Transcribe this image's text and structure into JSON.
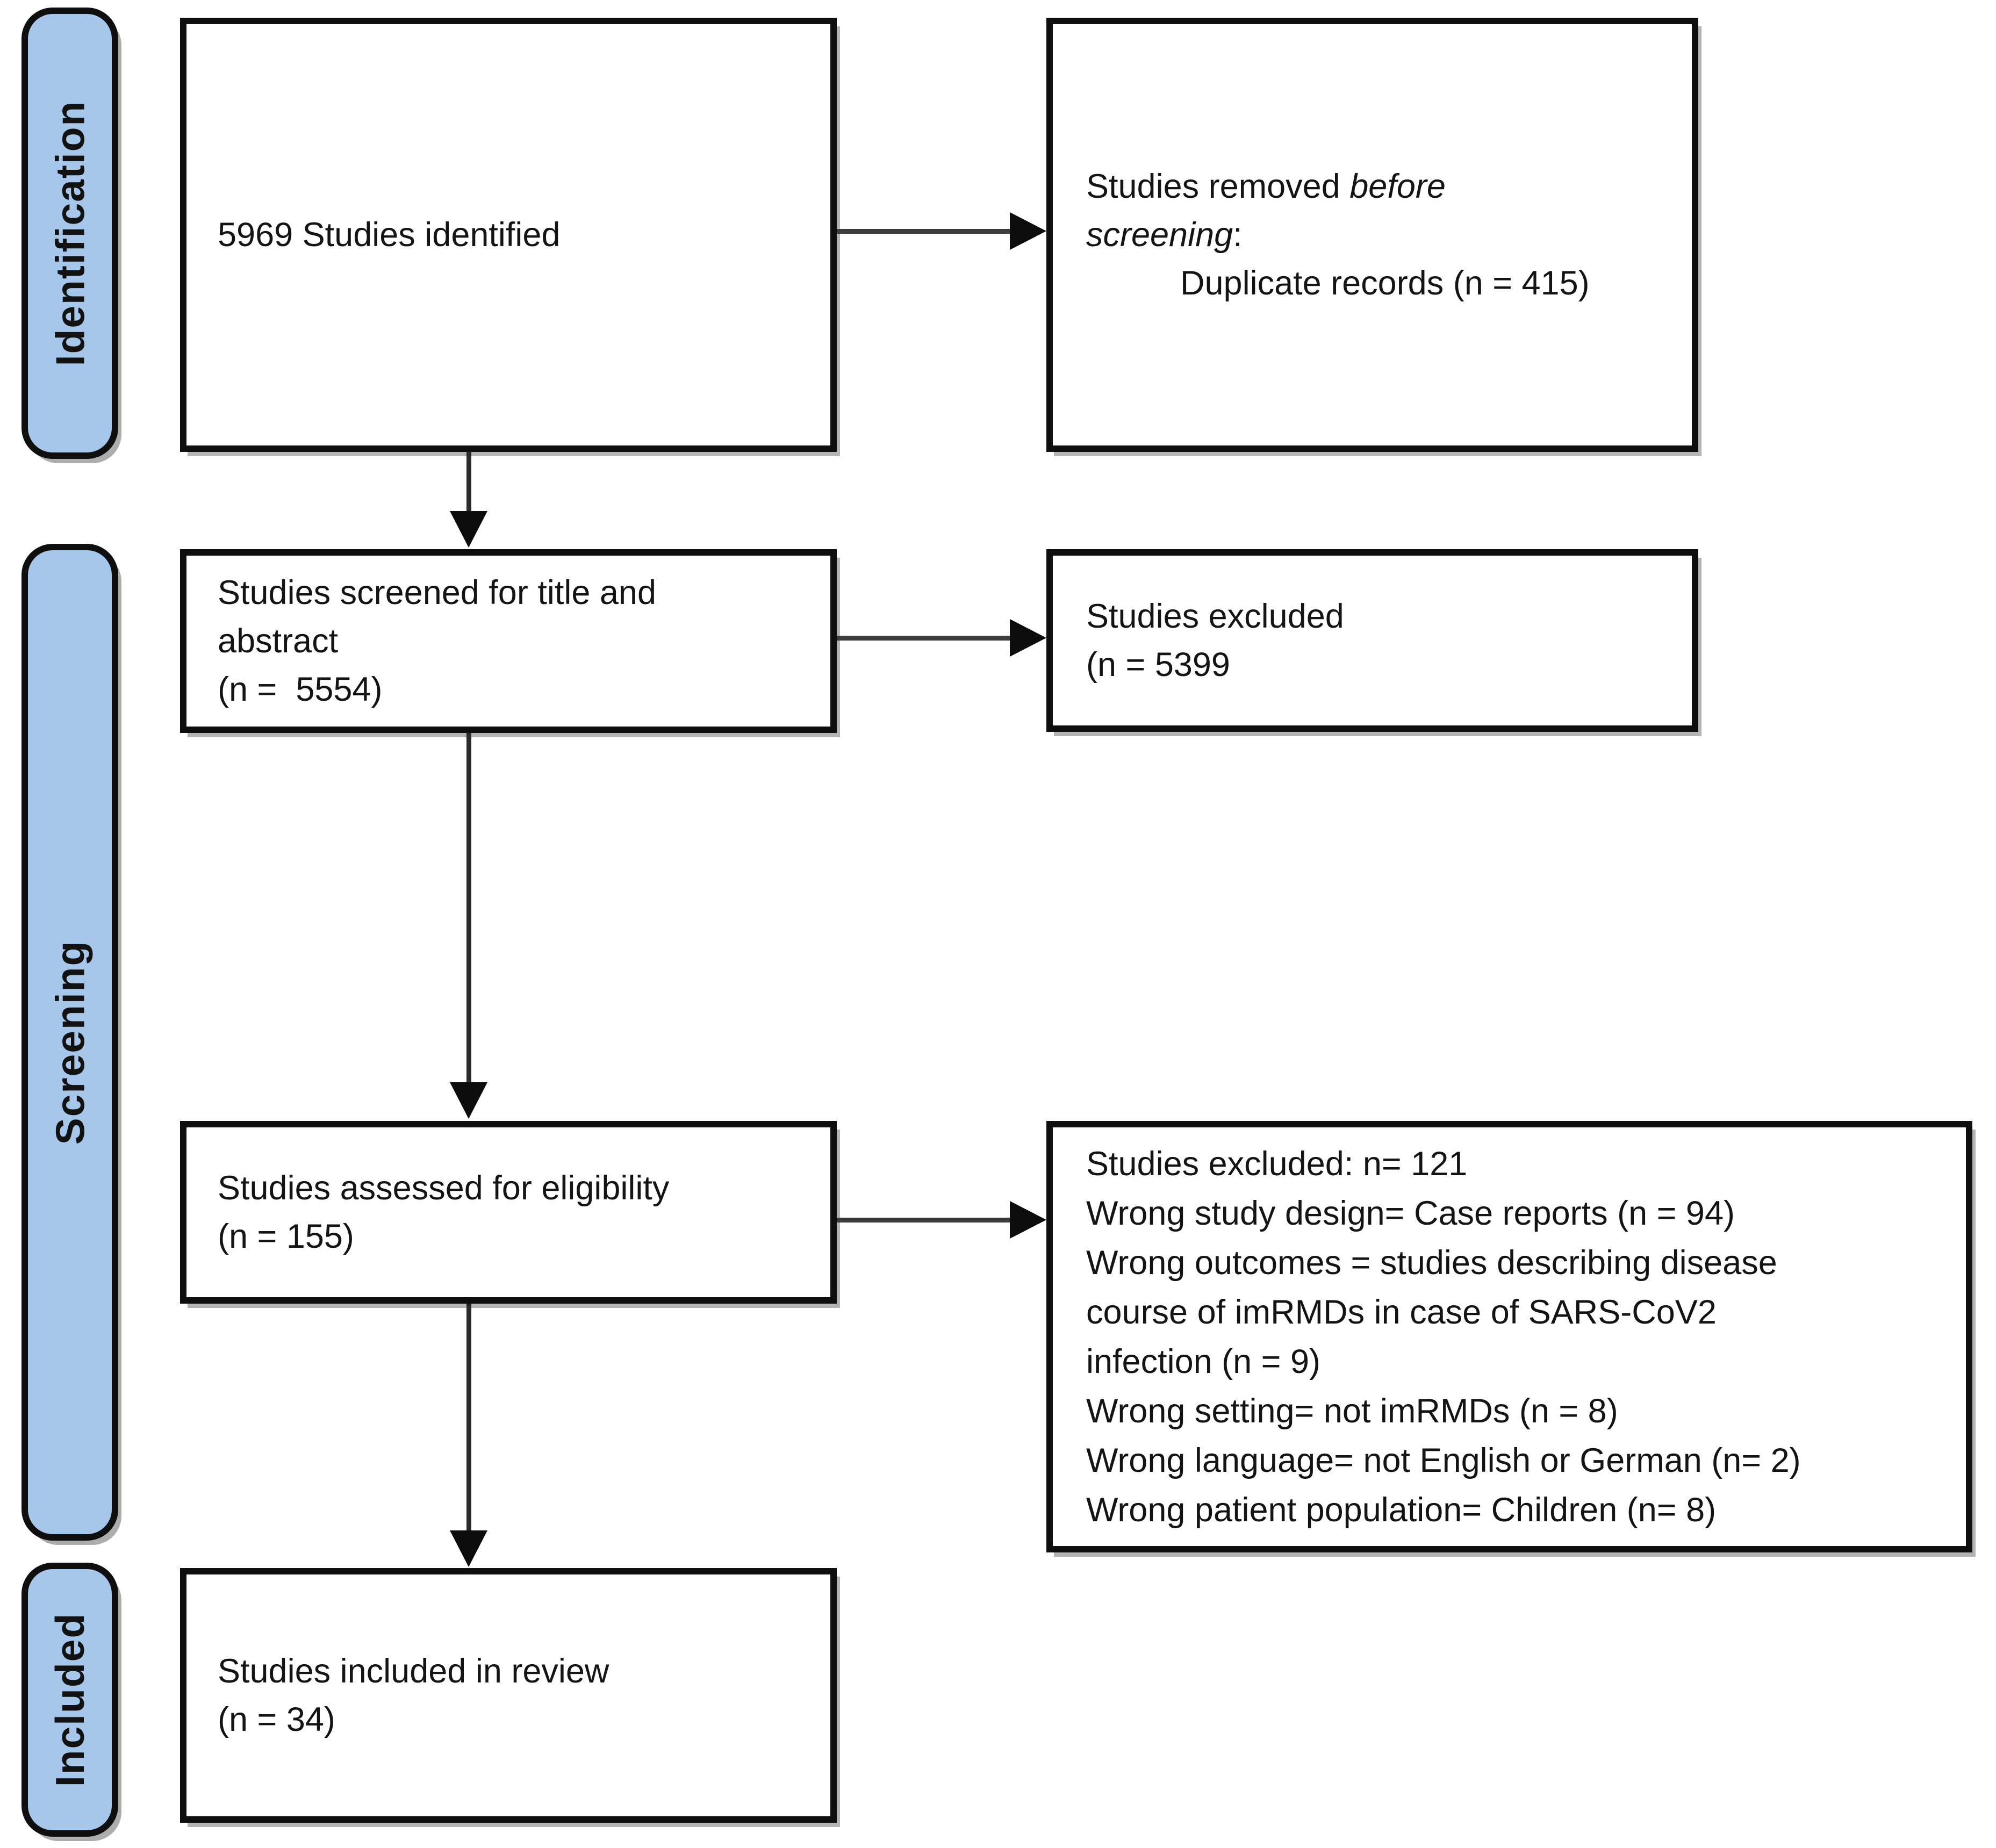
{
  "palette": {
    "stage_band_fill": "#a6c7e9",
    "border": "#0f0f0f",
    "arrow": "#2b2b2b",
    "text": "#141414",
    "background": "#ffffff"
  },
  "sidebar": {
    "stages": [
      {
        "label": "Identification"
      },
      {
        "label": "Screening"
      },
      {
        "label": "Included"
      }
    ]
  },
  "flow": {
    "identified": {
      "lines": [
        "5969 Studies identified"
      ]
    },
    "removed": {
      "line1_normal": "Studies removed ",
      "line1_italic": "before",
      "line2_italic": "screening",
      "line2_normal": ":",
      "line3_indent": "Duplicate records (n = 415)"
    },
    "screened": {
      "lines": [
        "Studies screened for title and",
        "abstract",
        "(n =  5554)"
      ]
    },
    "excluded_screening": {
      "lines": [
        "Studies excluded",
        "(n = 5399"
      ]
    },
    "assessed": {
      "lines": [
        "Studies assessed for eligibility",
        "(n = 155)"
      ]
    },
    "excluded_eligibility": {
      "lines": [
        "Studies excluded: n= 121",
        "Wrong study design= Case reports (n = 94)",
        "Wrong outcomes = studies describing disease",
        "course of imRMDs in case of SARS-CoV2",
        "infection (n = 9)",
        "Wrong setting= not imRMDs (n = 8)",
        "Wrong language= not English or German (n= 2)",
        "Wrong patient population= Children (n= 8)"
      ]
    },
    "included": {
      "lines": [
        "Studies included in review",
        "(n = 34)"
      ]
    }
  }
}
